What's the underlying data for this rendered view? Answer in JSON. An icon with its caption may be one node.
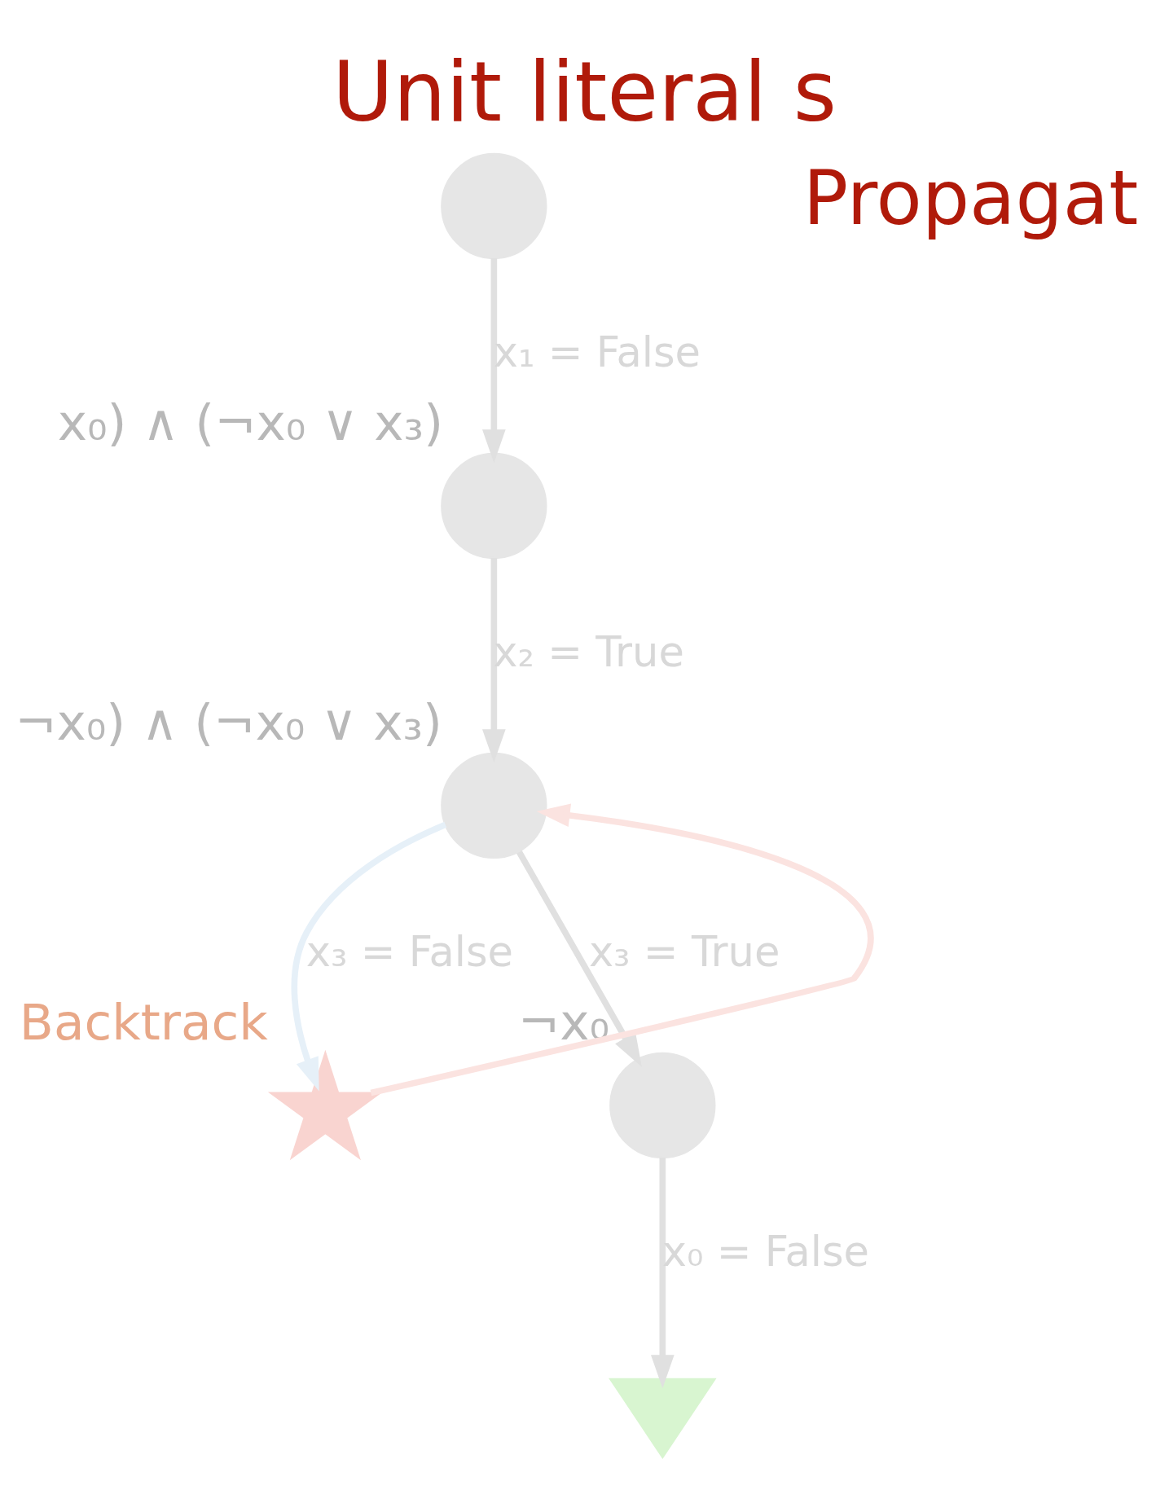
{
  "diagram": {
    "title": "Unit literal s",
    "nodes": [
      {
        "text": [],
        "shape": "circle"
      },
      {
        "text": [],
        "shape": "circle",
        "beside": [
          "x₀) ∧ (¬x₀ ∨ x₃)"
        ]
      },
      {
        "text": [],
        "shape": "circle",
        "beside": [
          "¬x₀) ∧ (¬x₀ ∨ x₃)"
        ]
      },
      {
        "text": [],
        "shape": "picture",
        "beside": [
          "Backtrack"
        ]
      },
      {
        "text": [],
        "shape": "circle",
        "beside": [
          "¬x₀"
        ]
      },
      {
        "text": [],
        "shape": "picture"
      }
    ],
    "edges": [
      {
        "from": 0,
        "to": 1,
        "arrow": "to",
        "label": "x₁ = False"
      },
      {
        "from": 1,
        "to": 2,
        "arrow": "to",
        "label": "x₂ = True"
      },
      {
        "from": 2,
        "to": 3,
        "arrow": "to",
        "label": "x₃ = False",
        "color": "#e6f0f8"
      },
      {
        "from": 3,
        "to": 2,
        "arrow": "to",
        "color": "#fbe3e0"
      },
      {
        "from": 2,
        "to": 4,
        "arrow": "to",
        "label": "x₃ = True"
      },
      {
        "from": 4,
        "to": 5,
        "arrow": "to",
        "label": "x₀ = False"
      }
    ],
    "labels": [
      "Propagat"
    ]
  }
}
